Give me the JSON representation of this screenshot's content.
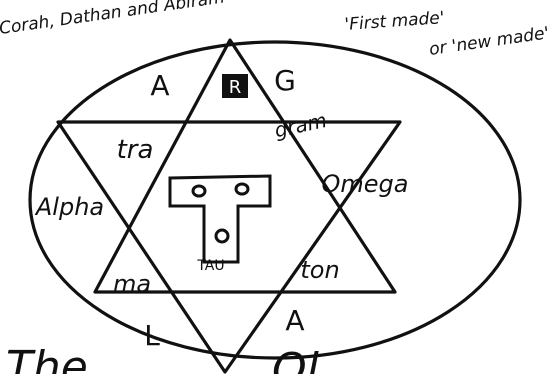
{
  "diagram": {
    "top_note": "Corah, Dathan and Abiram",
    "right_note_line1": "'First made'",
    "right_note_line2": "or 'new made'",
    "top_apex_letter": "R",
    "regions": {
      "top_left": "A",
      "top_right": "G",
      "upper_left_tri": "tra",
      "upper_right_tri": "gram",
      "left": "Alpha",
      "right": "Omega",
      "lower_left_tri": "ma",
      "lower_right_tri": "ton",
      "bottom_left": "L",
      "bottom_right": "A"
    },
    "center_label": "TAU",
    "bottom_partial_left": "The",
    "bottom_partial_right": "Ol",
    "colors": {
      "ink": "#111111",
      "background": "#ffffff"
    }
  }
}
